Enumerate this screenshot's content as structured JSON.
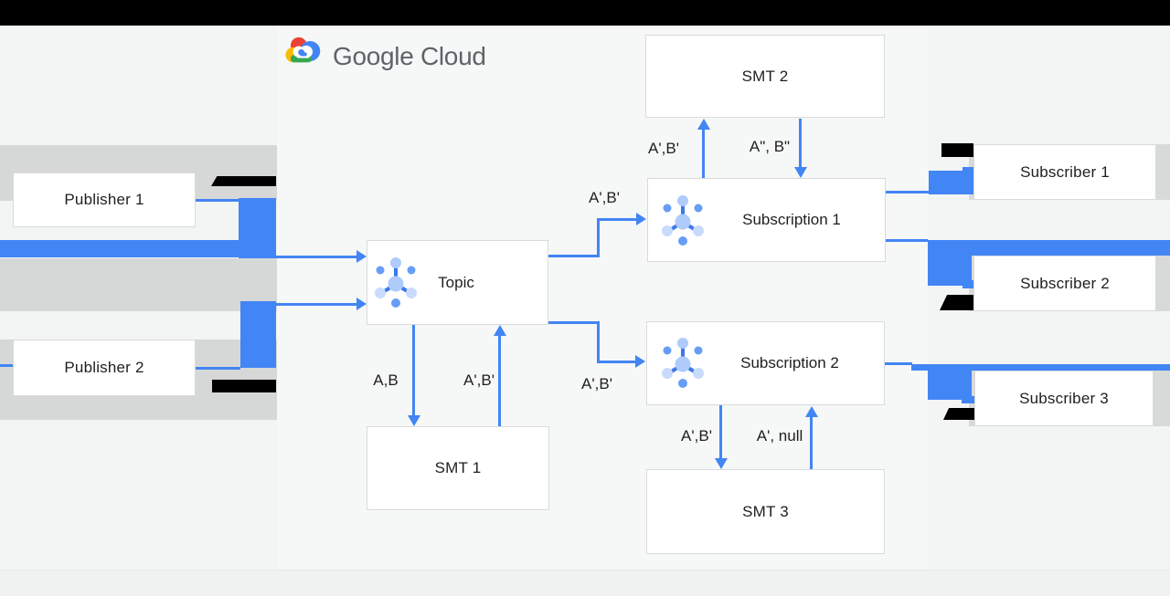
{
  "logo": {
    "text": "Google Cloud"
  },
  "nodes": {
    "publisher1": {
      "label": "Publisher 1"
    },
    "publisher2": {
      "label": "Publisher 2"
    },
    "topic": {
      "label": "Topic"
    },
    "smt1": {
      "label": "SMT 1"
    },
    "smt2": {
      "label": "SMT 2"
    },
    "smt3": {
      "label": "SMT 3"
    },
    "subscription1": {
      "label": "Subscription 1"
    },
    "subscription2": {
      "label": "Subscription 2"
    },
    "subscriber1": {
      "label": "Subscriber 1"
    },
    "subscriber2": {
      "label": "Subscriber 2"
    },
    "subscriber3": {
      "label": "Subscriber 3"
    }
  },
  "edge_labels": {
    "topic_to_sub1": "A',B'",
    "topic_to_sub2": "A',B'",
    "topic_to_smt1": "A,B",
    "smt1_to_topic": "A',B'",
    "sub1_to_smt2": "A',B'",
    "smt2_to_sub1": "A\", B\"",
    "sub2_to_smt3": "A',B'",
    "smt3_to_sub2": "A', null"
  },
  "colors": {
    "accent_blue": "#4285f4",
    "annotation_black": "#000000",
    "band_gray": "#d6d7d7",
    "logo_red": "#ea4335",
    "logo_yellow": "#fbbc05",
    "logo_green": "#34a853",
    "logo_text_gray": "#5f6368"
  }
}
